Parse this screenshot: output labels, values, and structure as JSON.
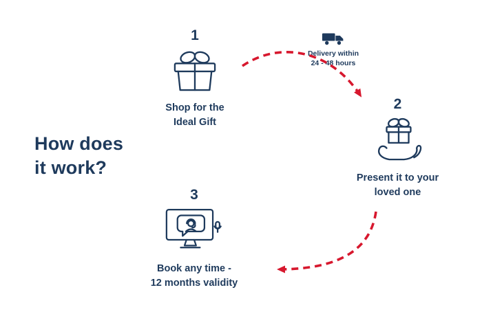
{
  "page": {
    "title": "How does\nit work?"
  },
  "colors": {
    "navy": "#1e3a5c",
    "red": "#d7182e",
    "background": "#ffffff"
  },
  "steps": [
    {
      "number": "1",
      "icon": "gift-box-icon",
      "label": "Shop for the\nIdeal Gift"
    },
    {
      "number": "2",
      "icon": "hand-gift-icon",
      "label": "Present it to your\nloved one"
    },
    {
      "number": "3",
      "icon": "support-monitor-icon",
      "label": "Book any time -\n12 months validity"
    }
  ],
  "delivery_badge": {
    "icon": "delivery-truck-icon",
    "text": "Delivery within\n24 - 48 hours"
  }
}
